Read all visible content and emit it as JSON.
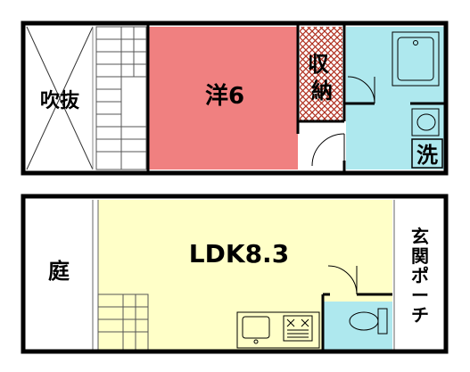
{
  "plan": {
    "upper_floor": {
      "fukinuke": "吹抜",
      "yoshitsu": "洋6",
      "shuno": "収納",
      "sentaku": "洗"
    },
    "lower_floor": {
      "niwa": "庭",
      "ldk": "LDK8.3",
      "genkan_porch": "玄関ポーチ"
    }
  },
  "colors": {
    "western_room": "#f08080",
    "wet_area": "#aee8ee",
    "ldk": "#ffffc8",
    "storage_hatch": "#c0392b",
    "wall": "#000000"
  }
}
